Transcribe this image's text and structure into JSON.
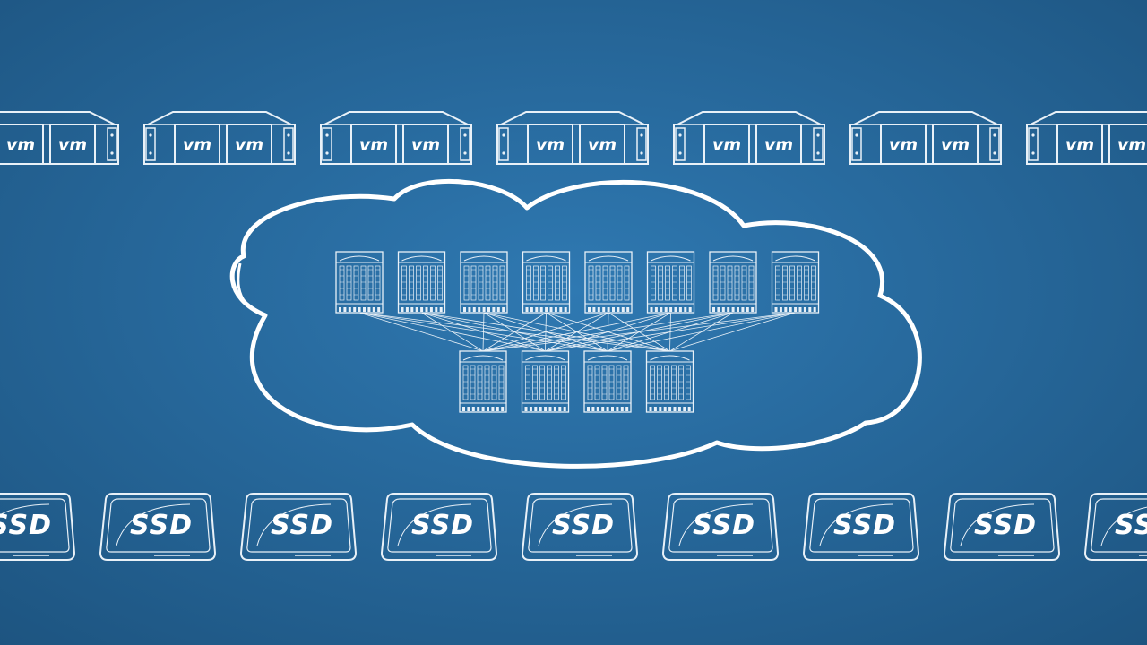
{
  "colors": {
    "background_center": "#2f79b2",
    "background_edge": "#1d5480",
    "line": "#e9f1f8"
  },
  "vm_row": {
    "label": "vm",
    "icon": "vm-host-server-icon",
    "count": 7,
    "vms_per_host": 2
  },
  "cloud": {
    "icon": "cloud-icon",
    "top_switches": 8,
    "bottom_switches": 4,
    "switch_icon": "network-switch-icon"
  },
  "ssd_row": {
    "label": "SSD",
    "icon": "ssd-drive-icon",
    "count": 9
  }
}
